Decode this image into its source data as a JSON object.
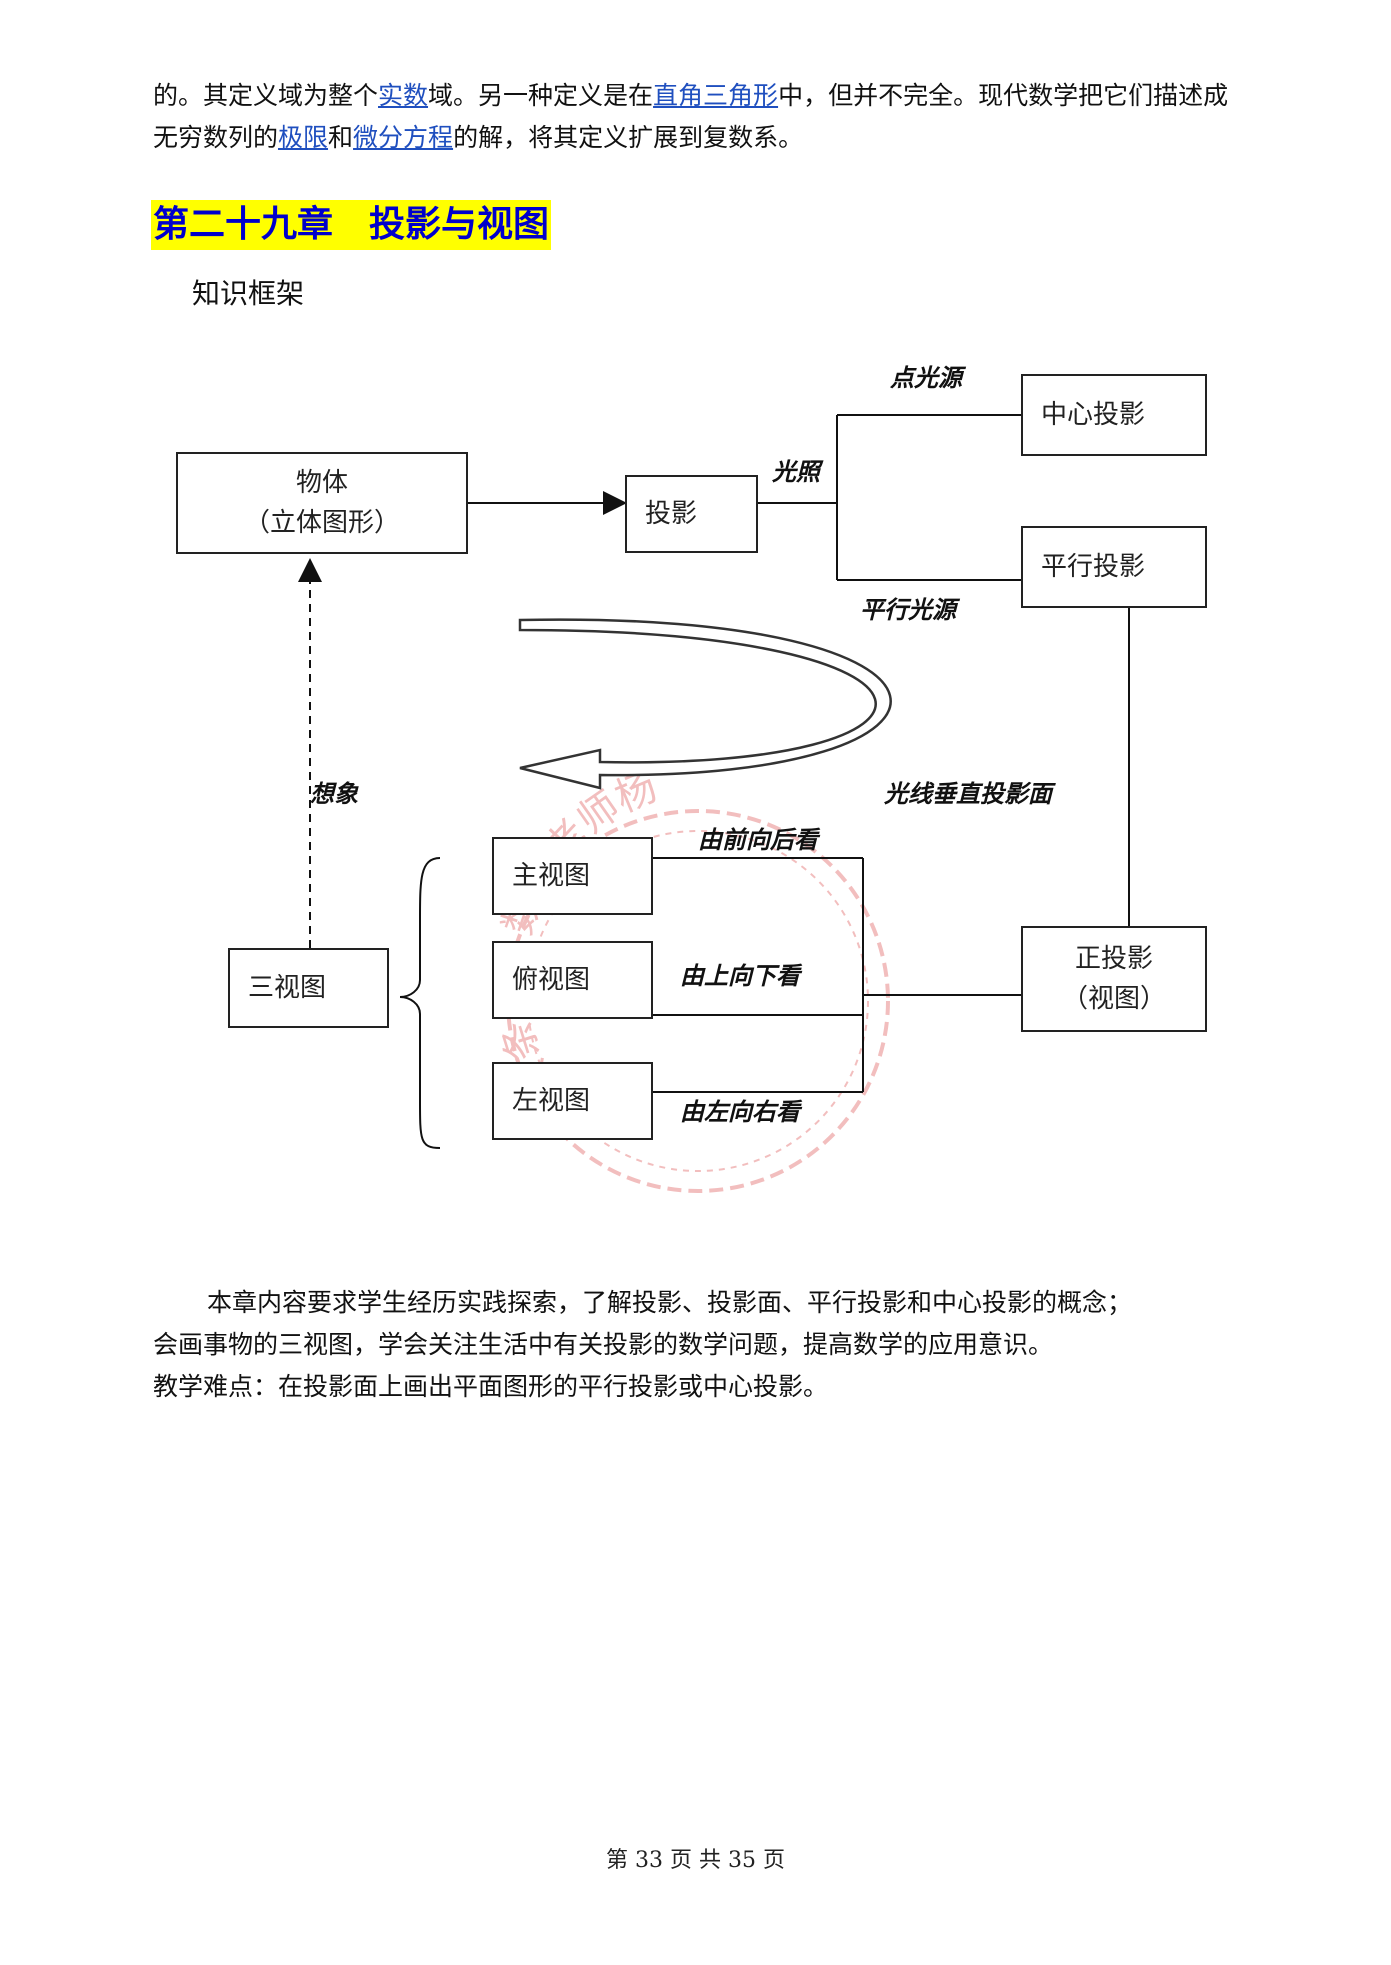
{
  "intro": {
    "p1": "的。其定义域为整个",
    "link1": "实数",
    "p2": "域。另一种定义是在",
    "link2": "直角三角形",
    "p3": "中，但并不完全。现代数学把它们描述成无穷数列的",
    "link3": "极限",
    "p4": "和",
    "link4": "微分方程",
    "p5": "的解，将其定义扩展到复数系。"
  },
  "heading": "第二十九章　投影与视图",
  "subheading": "知识框架",
  "diagram": {
    "object_line1": "物体",
    "object_line2": "（立体图形）",
    "projection": "投影",
    "light": "光照",
    "point_source": "点光源",
    "central_projection": "中心投影",
    "parallel_projection": "平行投影",
    "parallel_source": "平行光源",
    "perpendicular": "光线垂直投影面",
    "imagine": "想象",
    "three_views": "三视图",
    "front_view": "主视图",
    "top_view": "俯视图",
    "left_view": "左视图",
    "front_to_back": "由前向后看",
    "top_to_bottom": "由上向下看",
    "left_to_right": "由左向右看",
    "orthographic_line1": "正投影",
    "orthographic_line2": "（视图）",
    "watermark": "头条号：数学老师杨"
  },
  "summary": {
    "line1": "本章内容要求学生经历实践探索，了解投影、投影面、平行投影和中心投影的概念；",
    "line2": "会画事物的三视图，学会关注生活中有关投影的数学问题，提高数学的应用意识。",
    "line3": "教学难点：在投影面上画出平面图形的平行投影或中心投影。"
  },
  "footer": "第 33 页 共 35 页",
  "colors": {
    "link": "#1f4fbf",
    "heading_bg": "#ffff00",
    "heading_text": "#0000cc",
    "watermark": "#e88a8a"
  }
}
